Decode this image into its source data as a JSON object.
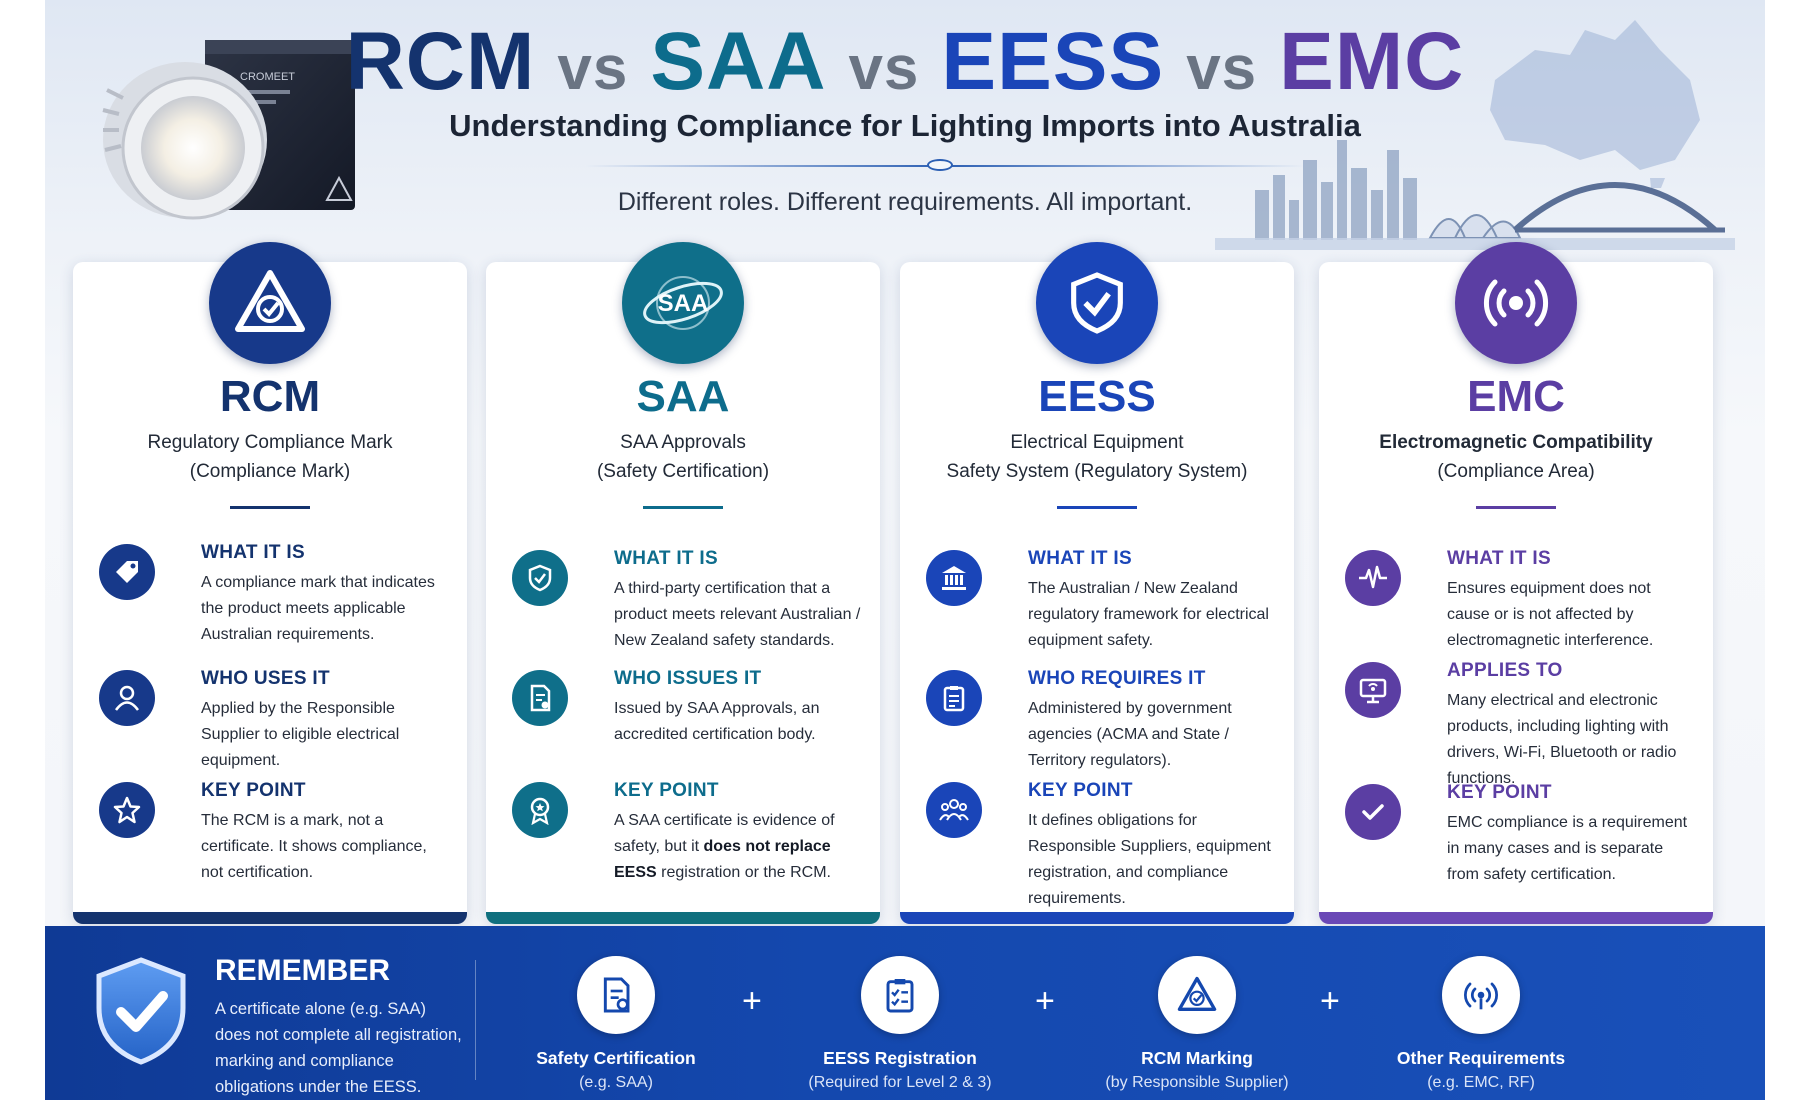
{
  "header": {
    "title_rcm": "RCM",
    "title_vs": "vs",
    "title_saa": "SAA",
    "title_eess": "EESS",
    "title_emc": "EMC",
    "subtitle": "Understanding Compliance for Lighting Imports into Australia",
    "tagline": "Different roles. Different requirements. All important.",
    "box_label": "CROMEET"
  },
  "colors": {
    "rcm": "#14336e",
    "saa": "#0d6c8c",
    "eess": "#1a45b8",
    "emc": "#5b3ea3",
    "footer": "#1448ae"
  },
  "cards": [
    {
      "name": "RCM",
      "badge_icon": "rcm-triangle-icon",
      "badge_text": "",
      "sub_line1": "Regulatory Compliance Mark",
      "sub_line2": "(Compliance Mark)",
      "sections": [
        {
          "icon": "tag-icon",
          "head": "WHAT IT IS",
          "body": "A compliance mark that indicates the product meets applicable Australian requirements."
        },
        {
          "icon": "user-icon",
          "head": "WHO USES IT",
          "body": "Applied by the Responsible Supplier to eligible electrical equipment."
        },
        {
          "icon": "star-icon",
          "head": "KEY POINT",
          "body": "The RCM is a mark, not a certificate. It shows compliance, not certification."
        }
      ]
    },
    {
      "name": "SAA",
      "badge_icon": "saa-globe-icon",
      "badge_text": "SAA",
      "sub_line1": "SAA Approvals",
      "sub_line2": "(Safety Certification)",
      "sections": [
        {
          "icon": "shield-check-icon",
          "head": "WHAT IT IS",
          "body": "A third-party certification that a product meets relevant Australian / New Zealand safety standards."
        },
        {
          "icon": "certificate-doc-icon",
          "head": "WHO ISSUES IT",
          "body": "Issued by SAA Approvals, an accredited certification body."
        },
        {
          "icon": "award-ribbon-icon",
          "head": "KEY POINT",
          "body_pre": "A SAA certificate is evidence of safety, but it ",
          "body_bold": "does not replace EESS",
          "body_post": " registration or the RCM."
        }
      ]
    },
    {
      "name": "EESS",
      "badge_icon": "shield-check-icon",
      "badge_text": "",
      "sub_line1": "Electrical Equipment",
      "sub_line2": "Safety System (Regulatory System)",
      "sections": [
        {
          "icon": "government-building-icon",
          "head": "WHAT IT IS",
          "body": "The Australian / New Zealand regulatory framework for electrical equipment safety."
        },
        {
          "icon": "clipboard-list-icon",
          "head": "WHO REQUIRES IT",
          "body": "Administered by government agencies (ACMA and State / Territory regulators)."
        },
        {
          "icon": "people-group-icon",
          "head": "KEY POINT",
          "body": "It defines obligations for Responsible Suppliers, equipment registration, and compliance requirements."
        }
      ]
    },
    {
      "name": "EMC",
      "badge_icon": "radio-waves-icon",
      "badge_text": "",
      "sub_line1": "Electromagnetic Compatibility",
      "sub_line2": "(Compliance Area)",
      "sections": [
        {
          "icon": "waveform-icon",
          "head": "WHAT IT IS",
          "body": "Ensures equipment does not cause or is not affected by electromagnetic interference."
        },
        {
          "icon": "monitor-signal-icon",
          "head": "APPLIES TO",
          "body": "Many electrical and electronic products, including lighting with drivers, Wi-Fi, Bluetooth or radio functions."
        },
        {
          "icon": "checkmark-icon",
          "head": "KEY POINT",
          "body": "EMC compliance is a requirement in many cases and is separate from safety certification."
        }
      ]
    }
  ],
  "footer": {
    "remember_title": "REMEMBER",
    "remember_text": "A certificate alone (e.g. SAA) does not complete all registration, marking and compliance obligations under the EESS.",
    "plus": "+",
    "requirements": [
      {
        "icon": "certificate-doc-icon",
        "title": "Safety Certification",
        "sub": "(e.g. SAA)"
      },
      {
        "icon": "clipboard-list-icon",
        "title": "EESS Registration",
        "sub": "(Required for Level 2 & 3)"
      },
      {
        "icon": "rcm-triangle-icon",
        "title": "RCM Marking",
        "sub": "(by Responsible Supplier)"
      },
      {
        "icon": "radio-waves-icon",
        "title": "Other Requirements",
        "sub": "(e.g. EMC, RF)"
      }
    ]
  }
}
